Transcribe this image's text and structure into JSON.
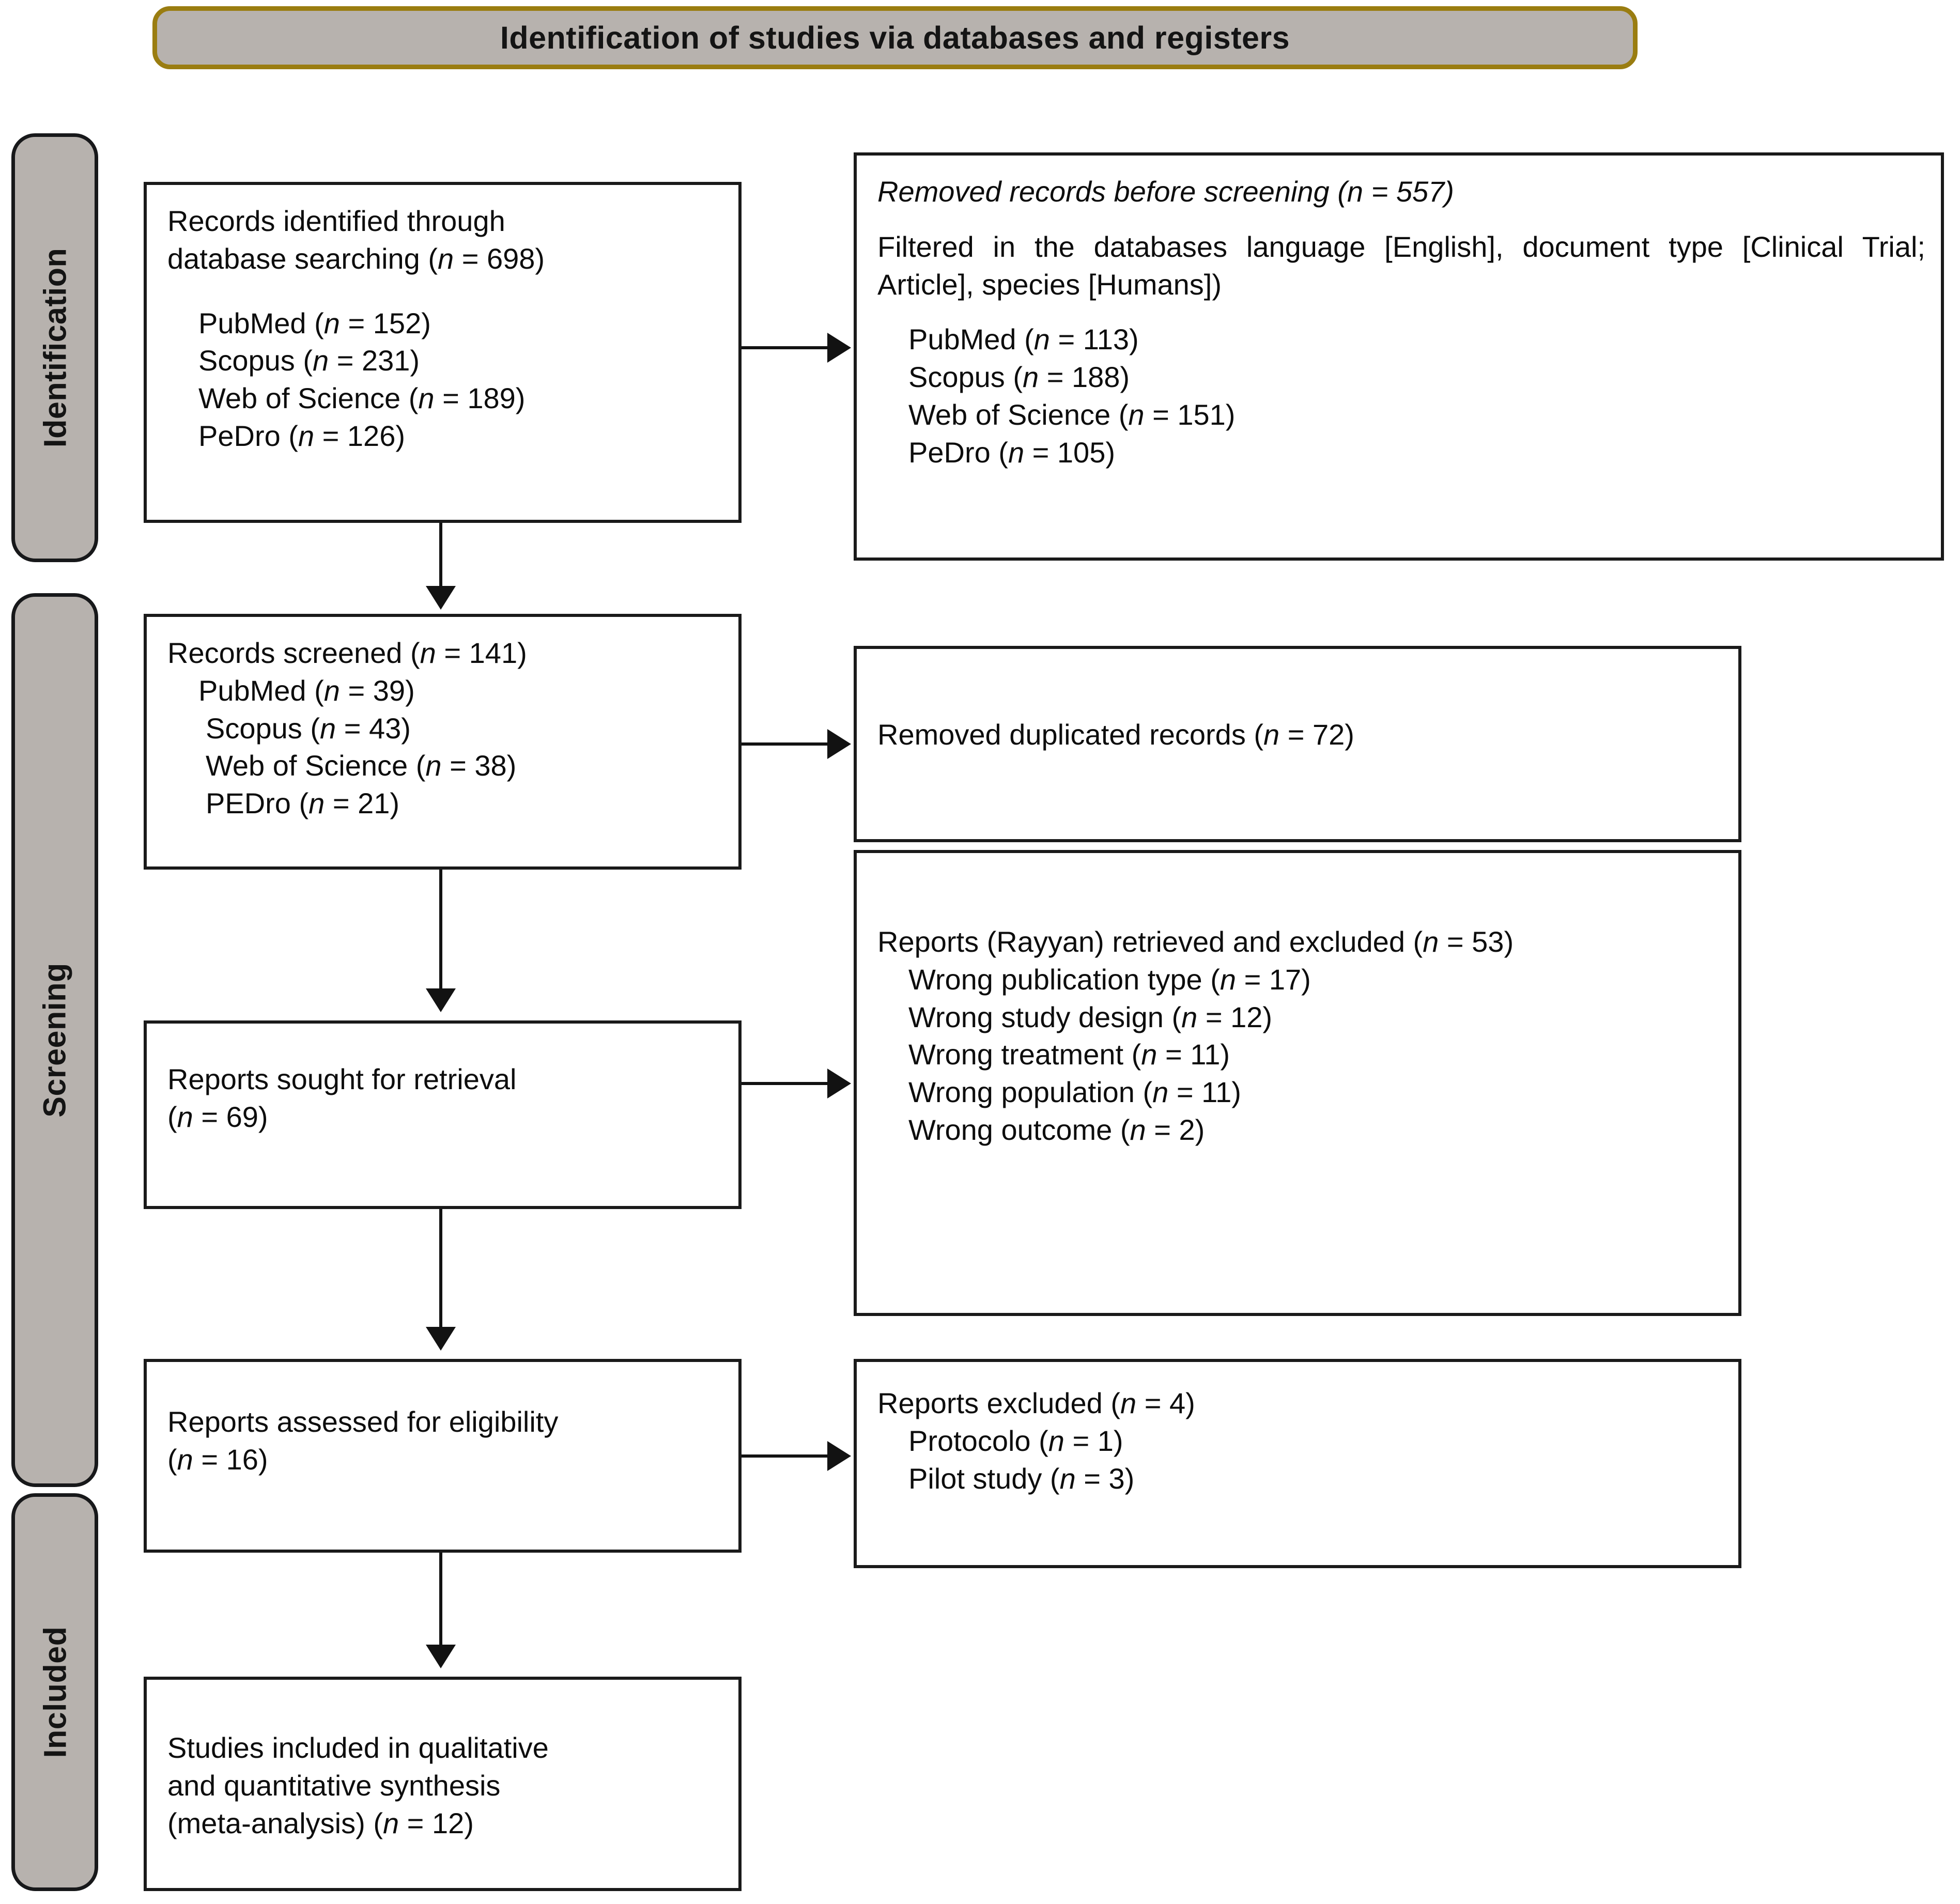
{
  "header": {
    "title": "Identification of studies via databases and registers"
  },
  "phases": [
    {
      "id": "identification",
      "label": "Identification"
    },
    {
      "id": "screening",
      "label": "Screening"
    },
    {
      "id": "included",
      "label": "Included"
    }
  ],
  "boxes": {
    "records_identified": {
      "title": "Records identified through",
      "title2": "database searching (n = 698)",
      "sources": [
        "PubMed (n = 152)",
        "Scopus (n = 231)",
        "Web of Science (n = 189)",
        "PeDro (n = 126)"
      ]
    },
    "removed_before_screening": {
      "title": "Removed records before screening (n = 557)",
      "detail": "Filtered in the databases language [English], document type [Clinical Trial; Article], species [Humans])",
      "sources": [
        "PubMed (n = 113)",
        "Scopus (n = 188)",
        "Web of Science (n = 151)",
        "PeDro (n = 105)"
      ]
    },
    "records_screened": {
      "title": "Records screened (n = 141)",
      "sources": [
        "PubMed (n = 39)",
        "Scopus (n = 43)",
        "Web of Science (n = 38)",
        "PEDro (n = 21)"
      ]
    },
    "removed_duplicates": {
      "title": "Removed duplicated records (n = 72)"
    },
    "reports_sought": {
      "title": "Reports sought for retrieval",
      "count": " (n = 69)"
    },
    "reports_retrieved_excluded": {
      "title": "Reports (Rayyan) retrieved and excluded (n = 53)",
      "reasons": [
        "Wrong publication type (n = 17)",
        "Wrong study design (n = 12)",
        "Wrong treatment (n = 11)",
        "Wrong population (n = 11)",
        "Wrong outcome (n = 2)"
      ]
    },
    "reports_assessed": {
      "title": "Reports assessed for eligibility",
      "count": "(n = 16)"
    },
    "reports_excluded": {
      "title": "Reports excluded (n = 4)",
      "reasons": [
        "Protocolo (n = 1)",
        "Pilot study (n = 3)"
      ]
    },
    "studies_included": {
      "line1": "Studies included in qualitative",
      "line2": "and quantitative synthesis",
      "line3": " (meta-analysis) (n = 12)"
    }
  },
  "colors": {
    "banner_fill": "#b7b2ae",
    "banner_border": "#9a7d11",
    "phase_fill": "#b7b2ae",
    "phase_border": "#17181a",
    "box_border": "#1a1a1a",
    "text": "#0d0d0d"
  }
}
